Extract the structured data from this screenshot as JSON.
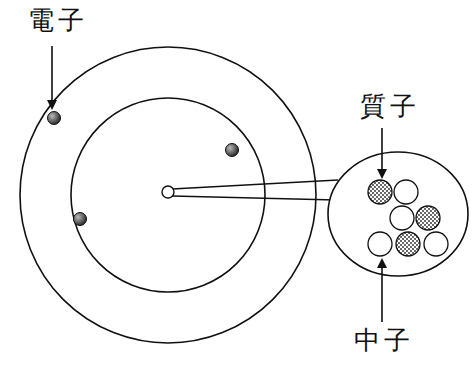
{
  "diagram": {
    "labels": [
      "電子",
      "質子",
      "中子"
    ]
  }
}
